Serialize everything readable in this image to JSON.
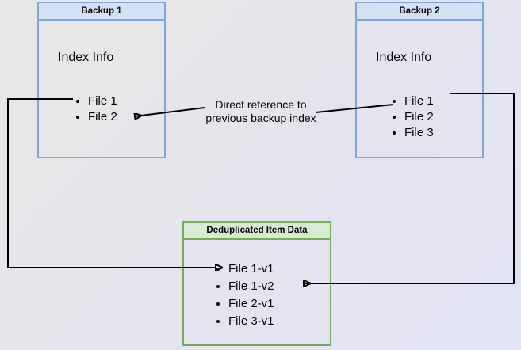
{
  "diagram": {
    "title_backup1": "Backup 1",
    "title_backup2": "Backup 2",
    "title_dedup": "Deduplicated Item Data",
    "index_info_label": "Index Info",
    "center_note_line1": "Direct reference to",
    "center_note_line2": "previous backup index",
    "backup1_files": [
      "File 1",
      "File 2"
    ],
    "backup2_files": [
      "File 1",
      "File 2",
      "File 3"
    ],
    "dedup_files": [
      "File 1-v1",
      "File 1-v2",
      "File 2-v1",
      "File 3-v1"
    ],
    "colors": {
      "blue_border": "#7ea6d9",
      "blue_header": "#d4e1f5",
      "green_border": "#74ac5b",
      "green_header": "#d9ead3",
      "wire": "#000000",
      "bg_start": "#e9e7e7",
      "bg_end": "#e2e2f7"
    }
  }
}
